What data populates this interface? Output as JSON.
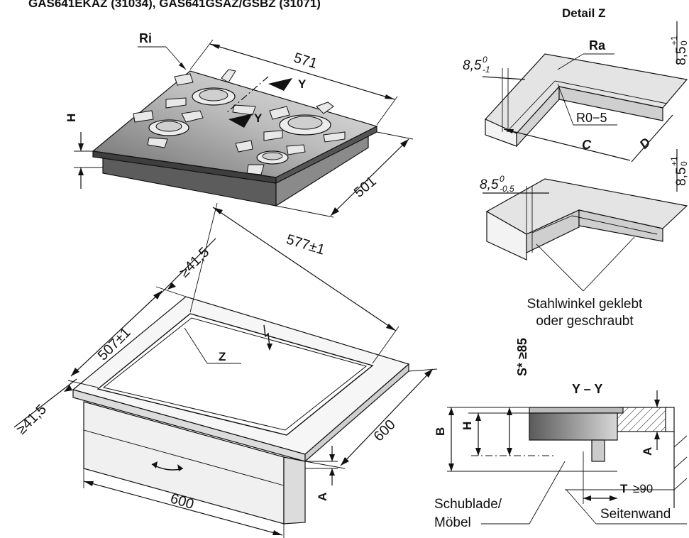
{
  "header": {
    "title": "GAS641EKAZ (31034), GAS641GSAZ/GSBZ (31071)"
  },
  "hob": {
    "label_ri": "Ri",
    "label_h": "H",
    "section_y": "Y",
    "dim_width": "571",
    "dim_depth": "501"
  },
  "cutout": {
    "dim_edge_back": "≥41,5",
    "dim_edge_side": "≥41,5",
    "dim_width": "577±1",
    "dim_depth": "507±1",
    "dim_cabinet_depth": "600",
    "dim_cabinet_width": "600",
    "label_z": "Z",
    "label_a": "A"
  },
  "detail_z": {
    "title": "Detail Z",
    "label_ra": "Ra",
    "radius": "R0−5",
    "label_c": "C",
    "label_d": "D",
    "tol_top_left": {
      "base": "8,5",
      "sup": "0",
      "sub": "-1"
    },
    "tol_top_right": {
      "base": "8,5",
      "sup": "+1",
      "sub": "0"
    },
    "tol_bottom_left": {
      "base": "8,5",
      "sup": "0",
      "sub": "-0,5"
    },
    "tol_bottom_right": {
      "base": "8,5",
      "sup": "+1",
      "sub": "0"
    },
    "note_line1": "Stahlwinkel geklebt",
    "note_line2": "oder geschraubt"
  },
  "section": {
    "title": "Y – Y",
    "label_s": "S* ≥85",
    "label_b": "B",
    "label_h": "H",
    "label_a": "A",
    "label_t": "T",
    "t_value": "≥90",
    "drawer_line1": "Schublade/",
    "drawer_line2": "Möbel",
    "side_wall": "Seitenwand"
  }
}
